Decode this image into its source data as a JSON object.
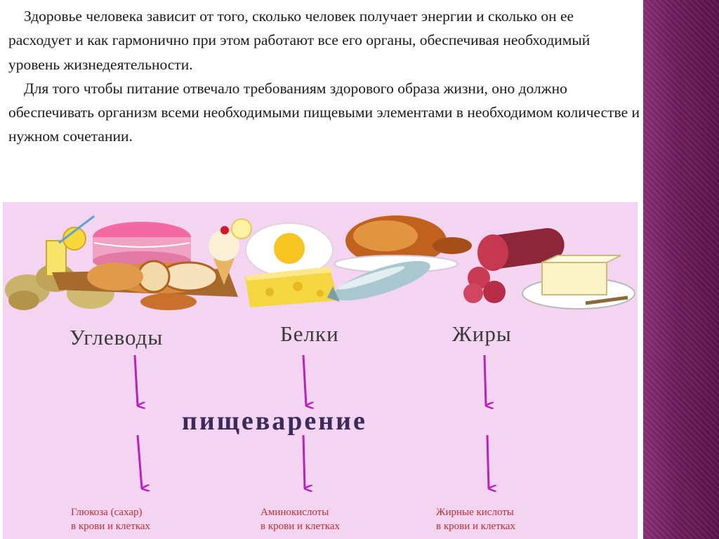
{
  "paragraphs": [
    "Здоровье человека зависит от того, сколько человек получает энергии и сколько он ее расходует и как гармонично при этом работают все его органы, обеспечивая необходимый уровень жизнедеятельности.",
    "Для того чтобы питание отвечало требованиям здорового образа жизни, оно должно обеспечивать организм всеми необходимыми пищевыми элементами в необходимом количестве и нужном сочетании."
  ],
  "diagram": {
    "nutrients": [
      "Углеводы",
      "Белки",
      "Жиры"
    ],
    "process": "пищеварение",
    "results": [
      {
        "line1": "Глюкоза (сахар)",
        "line2": "в крови и клетках"
      },
      {
        "line1": "Аминокислоты",
        "line2": "в крови и клетках"
      },
      {
        "line1": "Жирные кислоты",
        "line2": "в крови и клетках"
      }
    ],
    "arrow_color": "#c01fc0",
    "background_color": "#f3d4f1"
  },
  "food_images": [
    "potatoes",
    "lemonade",
    "cake",
    "ice-cream",
    "bread",
    "fried-egg",
    "cheese",
    "roast-chicken",
    "fish",
    "sausage",
    "butter"
  ]
}
